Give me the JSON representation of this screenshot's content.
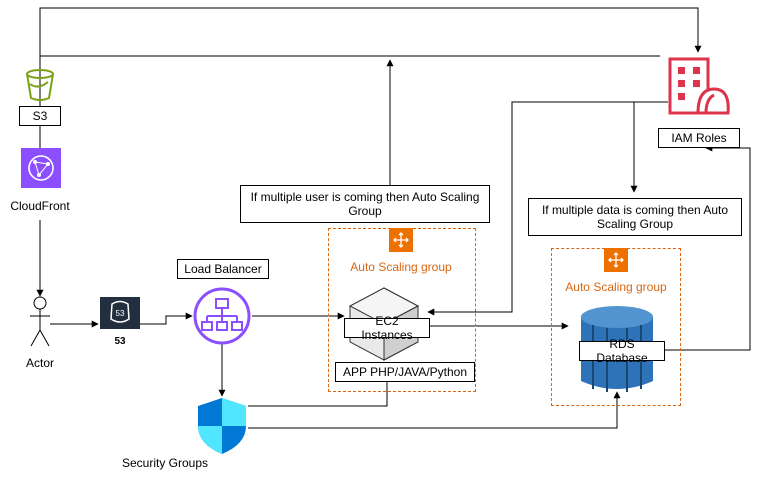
{
  "nodes": {
    "s3": {
      "label": "S3",
      "icon": "s3-bucket-icon"
    },
    "cloudfront": {
      "label": "CloudFront",
      "icon": "cloudfront-icon"
    },
    "actor": {
      "label": "Actor",
      "icon": "actor-icon"
    },
    "route53": {
      "label": "53",
      "icon": "route53-icon"
    },
    "load_balancer": {
      "label": "Load Balancer",
      "icon": "load-balancer-icon"
    },
    "security_groups": {
      "label": "Security Groups",
      "icon": "shield-icon"
    },
    "asg_ec2": {
      "label": "Auto Scaling group",
      "icon": "auto-scaling-icon"
    },
    "ec2": {
      "label": "EC2 Instances",
      "icon": "ec2-icon"
    },
    "app": {
      "label": "APP PHP/JAVA/Python"
    },
    "asg_rds": {
      "label": "Auto Scaling group",
      "icon": "auto-scaling-icon"
    },
    "rds": {
      "label": "RDS Database",
      "icon": "rds-icon"
    },
    "iam": {
      "label": "IAM Roles",
      "icon": "iam-icon"
    }
  },
  "notes": {
    "users": "If multiple user is coming then Auto Scaling Group",
    "data": "If multiple data is coming then Auto Scaling Group"
  },
  "colors": {
    "s3": "#7aa116",
    "cloudfront": "#8c4fff",
    "route53": "#232f3e",
    "load_balancer": "#8c4fff",
    "auto_scaling": "#ed7100",
    "asg_border": "#d86613",
    "rds": "#2e73b8",
    "iam": "#dd344c",
    "shield": "#0078d4"
  }
}
